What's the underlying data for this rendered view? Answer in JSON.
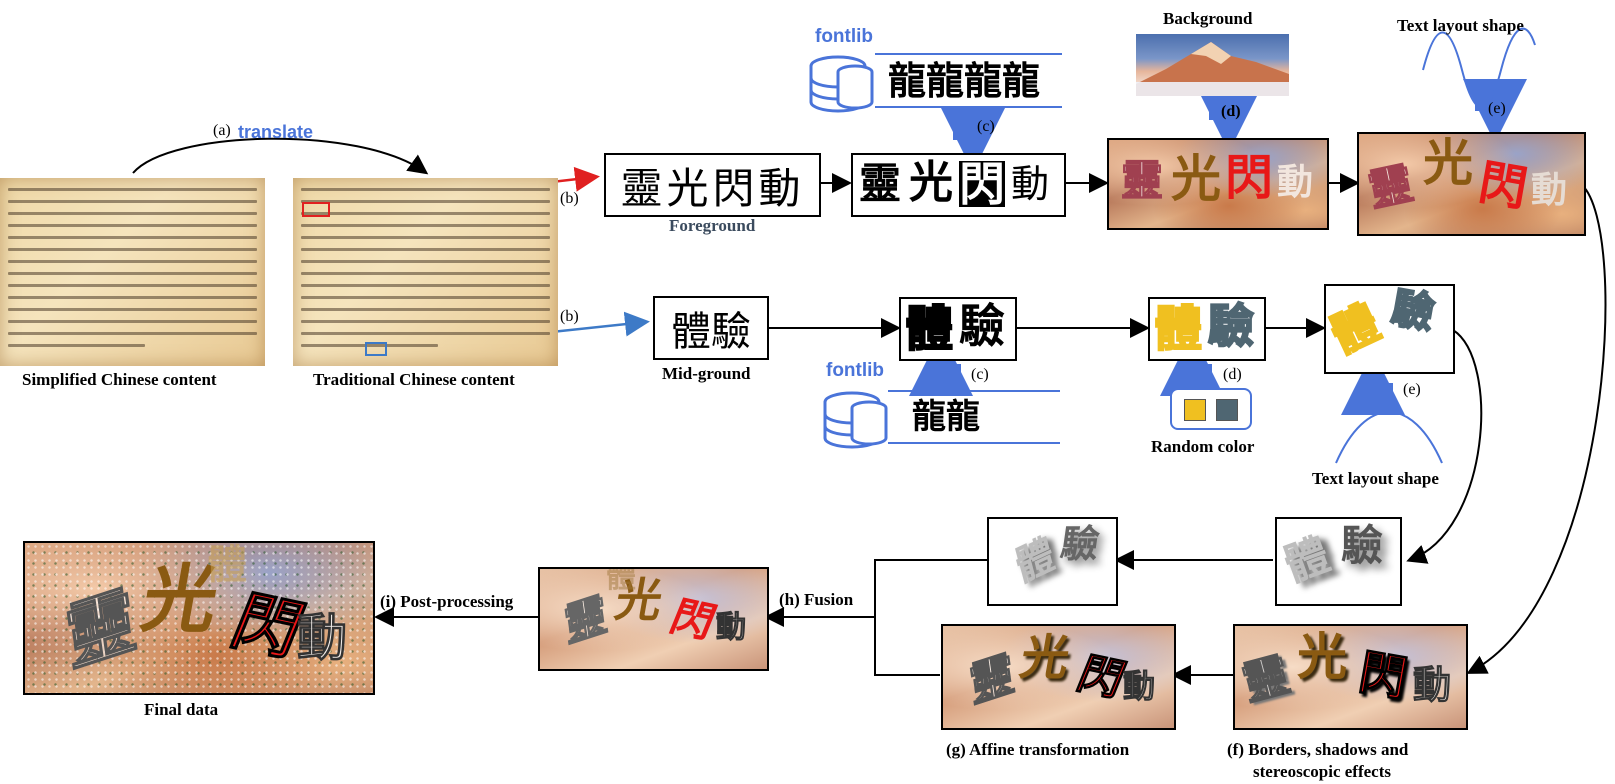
{
  "labels": {
    "translate_step": "(a)",
    "translate_word": "translate",
    "simplified": "Simplified Chinese content",
    "traditional": "Traditional Chinese content",
    "b1": "(b)",
    "b2": "(b)",
    "foreground": "Foreground",
    "midground": "Mid-ground",
    "fontlib_top": "fontlib",
    "fontlib_mid": "fontlib",
    "c_top": "(c)",
    "c_mid": "(c)",
    "background": "Background",
    "d_top": "(d)",
    "d_mid": "(d)",
    "random_color": "Random color",
    "text_layout_top": "Text layout shape",
    "text_layout_mid": "Text layout shape",
    "e_top": "(e)",
    "e_mid": "(e)",
    "f_step": "(f) Borders, shadows and",
    "f_step2": "stereoscopic effects",
    "g_step": "(g) Affine transformation",
    "h_step": "(h) Fusion",
    "i_step": "(i) Post-processing",
    "final": "Final data"
  },
  "text": {
    "fg_word": "靈光閃動",
    "mid_word": "體驗",
    "font_samples": "龍龍龍龍",
    "font_samples_mid": "龍龍",
    "char1": "靈",
    "char2": "光",
    "char3": "閃",
    "char4": "動",
    "char5": "體",
    "char6": "驗"
  },
  "colors": {
    "blue": "#4a74d9",
    "red_arrow": "#e02020",
    "blue_arrow": "#3d7ac7",
    "swatch_yellow": "#f0c020",
    "swatch_slate": "#4f6672"
  }
}
